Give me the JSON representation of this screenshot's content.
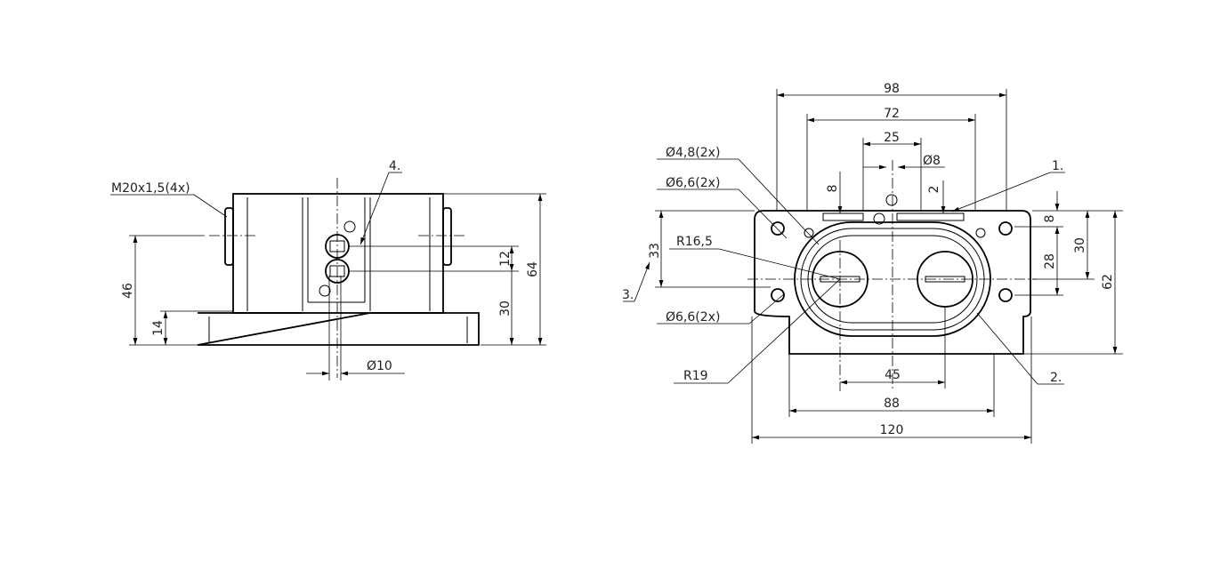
{
  "side_view": {
    "thread_label": "M20x1,5(4x)",
    "item_4": "4.",
    "dim_46": "46",
    "dim_14": "14",
    "dim_12": "12",
    "dim_30": "30",
    "dim_64": "64",
    "dim_d10": "Ø10"
  },
  "front_view": {
    "dim_98": "98",
    "dim_72": "72",
    "dim_25": "25",
    "dim_d8": "Ø8",
    "dim_8_top": "8",
    "dim_2": "2",
    "item_1": "1.",
    "hole_48": "Ø4,8(2x)",
    "hole_66_top": "Ø6,6(2x)",
    "r165": "R16,5",
    "item_3": "3.",
    "dim_33": "33",
    "hole_66_bottom": "Ø6,6(2x)",
    "r19": "R19",
    "dim_8_right": "8",
    "dim_28": "28",
    "dim_30": "30",
    "dim_62": "62",
    "dim_45": "45",
    "dim_88": "88",
    "dim_120": "120",
    "item_2": "2."
  }
}
